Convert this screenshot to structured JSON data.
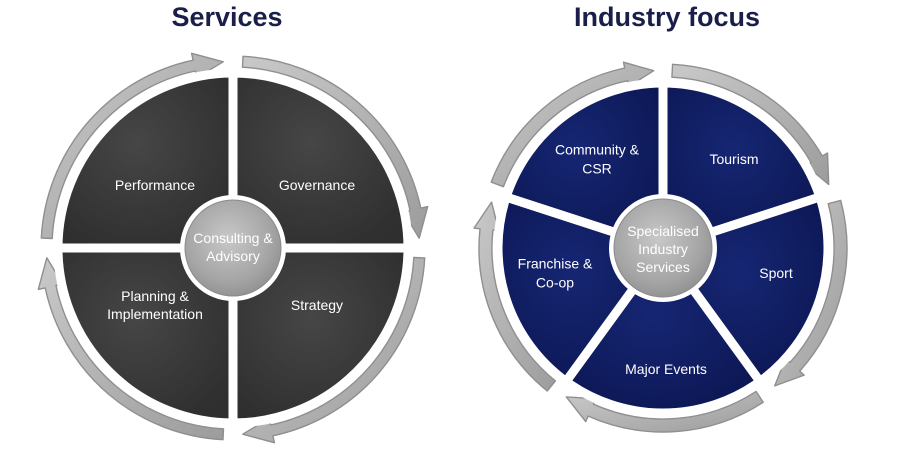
{
  "services": {
    "title": "Services",
    "center": [
      "Consulting &",
      "Advisory"
    ],
    "segments": [
      {
        "id": "performance",
        "lines": [
          "Performance"
        ]
      },
      {
        "id": "governance",
        "lines": [
          "Governance"
        ]
      },
      {
        "id": "strategy",
        "lines": [
          "Strategy"
        ]
      },
      {
        "id": "planning",
        "lines": [
          "Planning &",
          "Implementation"
        ]
      }
    ]
  },
  "industry": {
    "title": "Industry focus",
    "center": [
      "Specialised",
      "Industry",
      "Services"
    ],
    "segments": [
      {
        "id": "tourism",
        "lines": [
          "Tourism"
        ]
      },
      {
        "id": "sport",
        "lines": [
          "Sport"
        ]
      },
      {
        "id": "major-events",
        "lines": [
          "Major Events"
        ]
      },
      {
        "id": "franchise",
        "lines": [
          "Franchise &",
          "Co-op"
        ]
      },
      {
        "id": "community",
        "lines": [
          "Community &",
          "CSR"
        ]
      }
    ]
  },
  "colors": {
    "title": "#1a1f4a",
    "services_fill": "#3a3a3a",
    "industry_fill": "#0f1c60",
    "ring_gray": "#b4b4b4",
    "ring_edge": "#8f8f8f",
    "hub_gray": "#a7a7a7",
    "segment_text": "#ffffff"
  }
}
